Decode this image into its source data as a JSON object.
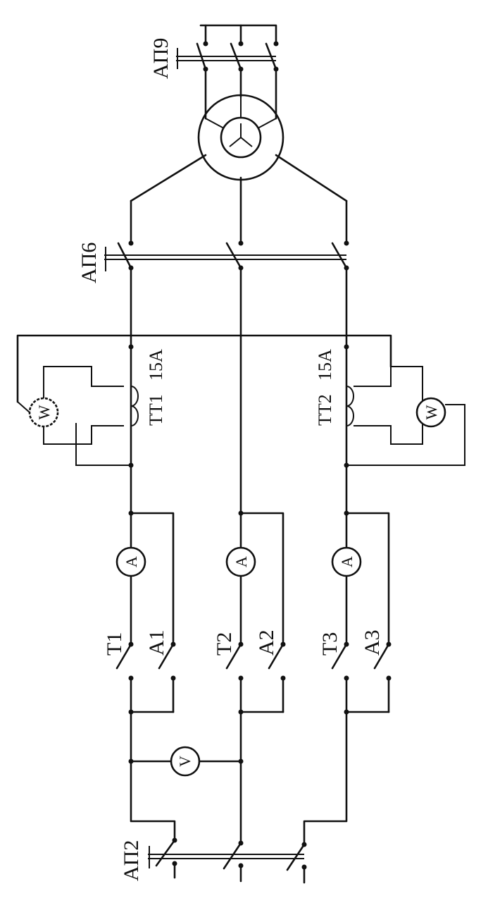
{
  "diagram": {
    "breakers": {
      "input": "АП2",
      "middle": "АП6",
      "motor": "АП9"
    },
    "current_transformers": [
      {
        "name": "ТТ1",
        "rating": "15А"
      },
      {
        "name": "ТТ2",
        "rating": "15А"
      }
    ],
    "switches": {
      "t1": "Т1",
      "t2": "Т2",
      "t3": "Т3",
      "a1": "А1",
      "a2": "А2",
      "a3": "А3"
    },
    "meters": {
      "voltmeter": "V",
      "ammeter_1": "A",
      "ammeter_2": "A",
      "ammeter_3": "A",
      "wattmeter_1": "W",
      "wattmeter_2": "W"
    }
  }
}
